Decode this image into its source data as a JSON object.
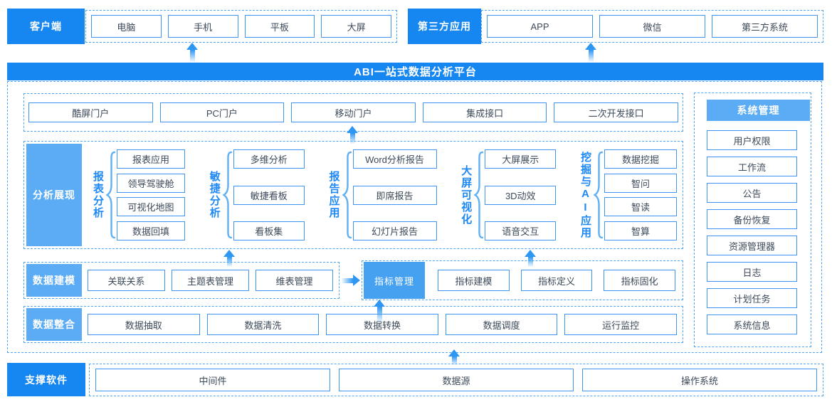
{
  "colors": {
    "primary": "#1687F0",
    "light": "#5BACF4",
    "mid": "#47A1F1",
    "border": "#3E94EE",
    "dash": "#4FA5F2",
    "text": "#3D4A5A",
    "vlabel": "#1E88F5",
    "arrow": "#2E96F3",
    "brace": "#5FB0F5"
  },
  "top": {
    "client": {
      "label": "客户端",
      "items": [
        "电脑",
        "手机",
        "平板",
        "大屏"
      ]
    },
    "third_party": {
      "label": "第三方应用",
      "items": [
        "APP",
        "微信",
        "第三方系统"
      ]
    }
  },
  "banner": {
    "title": "ABI一站式数据分析平台"
  },
  "portals": [
    "酷屏门户",
    "PC门户",
    "移动门户",
    "集成接口",
    "二次开发接口"
  ],
  "analysis": {
    "label": "分析展现",
    "groups": [
      {
        "name": "报表分析",
        "items": [
          "报表应用",
          "领导驾驶舱",
          "可视化地图",
          "数据回填"
        ]
      },
      {
        "name": "敏捷分析",
        "items": [
          "多维分析",
          "敏捷看板",
          "看板集"
        ]
      },
      {
        "name": "报告应用",
        "items": [
          "Word分析报告",
          "即席报告",
          "幻灯片报告"
        ]
      },
      {
        "name": "大屏可视化",
        "items": [
          "大屏展示",
          "3D动效",
          "语音交互"
        ]
      },
      {
        "name": "挖掘与AI应用",
        "items": [
          "数据挖掘",
          "智问",
          "智读",
          "智算"
        ]
      }
    ]
  },
  "modeling": {
    "label": "数据建模",
    "left_items": [
      "关联关系",
      "主题表管理",
      "维表管理"
    ],
    "highlight": "指标管理",
    "right_items": [
      "指标建模",
      "指标定义",
      "指标固化"
    ]
  },
  "integration": {
    "label": "数据整合",
    "items": [
      "数据抽取",
      "数据清洗",
      "数据转换",
      "数据调度",
      "运行监控"
    ]
  },
  "system": {
    "label": "系统管理",
    "items": [
      "用户权限",
      "工作流",
      "公告",
      "备份恢复",
      "资源管理器",
      "日志",
      "计划任务",
      "系统信息"
    ]
  },
  "support": {
    "label": "支撑软件",
    "items": [
      "中间件",
      "数据源",
      "操作系统"
    ]
  }
}
